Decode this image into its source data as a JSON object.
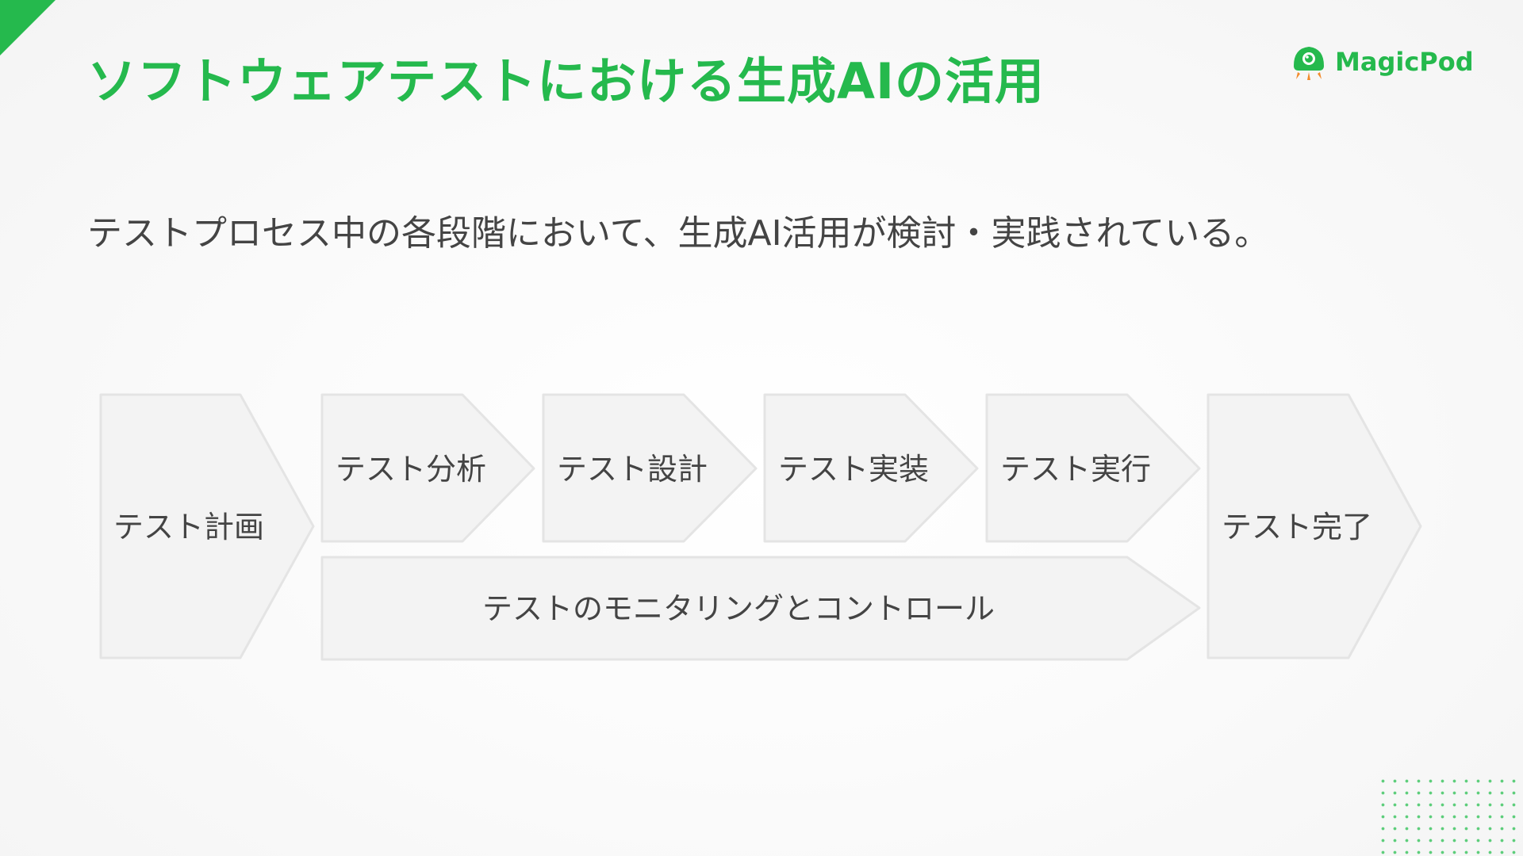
{
  "title": "ソフトウェアテストにおける生成AIの活用",
  "logo": {
    "text": "MagicPod"
  },
  "subtitle": "テストプロセス中の各段階において、生成AI活用が検討・実践されている。",
  "diagram": {
    "plan": "テスト計画",
    "analysis": "テスト分析",
    "design": "テスト設計",
    "implementation": "テスト実装",
    "execution": "テスト実行",
    "completion": "テスト完了",
    "monitoring": "テストのモニタリングとコントロール"
  },
  "colors": {
    "accent": "#25b94d",
    "shape_fill": "#f3f3f3",
    "shape_stroke": "#e4e4e4",
    "text": "#444444"
  }
}
